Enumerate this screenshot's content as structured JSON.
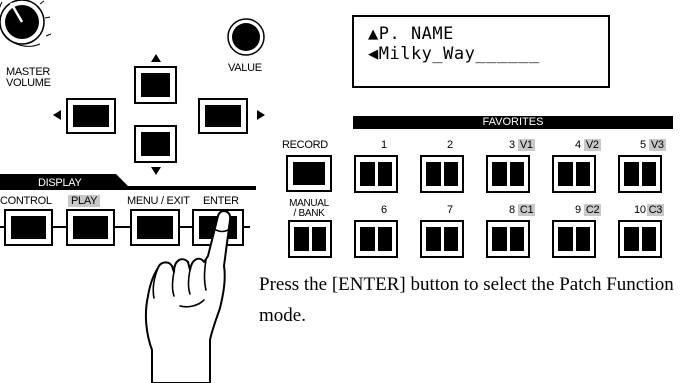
{
  "knobs": {
    "master_volume_label": "MASTER\nVOLUME",
    "value_label": "VALUE"
  },
  "lcd": {
    "line1": "▲P. NAME",
    "line2": "◀Milky_Way______"
  },
  "favorites": {
    "header": "FAVORITES",
    "record_label": "RECORD",
    "manual_bank_label": "MANUAL\n/ BANK",
    "top_row": [
      {
        "num": "1",
        "badge": ""
      },
      {
        "num": "2",
        "badge": ""
      },
      {
        "num": "3",
        "badge": "V1"
      },
      {
        "num": "4",
        "badge": "V2"
      },
      {
        "num": "5",
        "badge": "V3"
      }
    ],
    "bottom_row": [
      {
        "num": "6",
        "badge": ""
      },
      {
        "num": "7",
        "badge": ""
      },
      {
        "num": "8",
        "badge": "C1"
      },
      {
        "num": "9",
        "badge": "C2"
      },
      {
        "num": "10",
        "badge": "C3"
      }
    ]
  },
  "display": {
    "header": "DISPLAY",
    "buttons": [
      "CONTROL",
      "PLAY",
      "MENU / EXIT",
      "ENTER"
    ],
    "highlighted": "PLAY"
  },
  "caption": "Press the [ENTER] button to select the Patch Function mode.",
  "colors": {
    "ink": "#000000",
    "badge": "#c8c8c8",
    "paper": "#ffffff"
  },
  "icons": [
    "hand-pointer-icon",
    "arrow-up-icon",
    "arrow-down-icon",
    "arrow-left-icon",
    "arrow-right-icon"
  ]
}
